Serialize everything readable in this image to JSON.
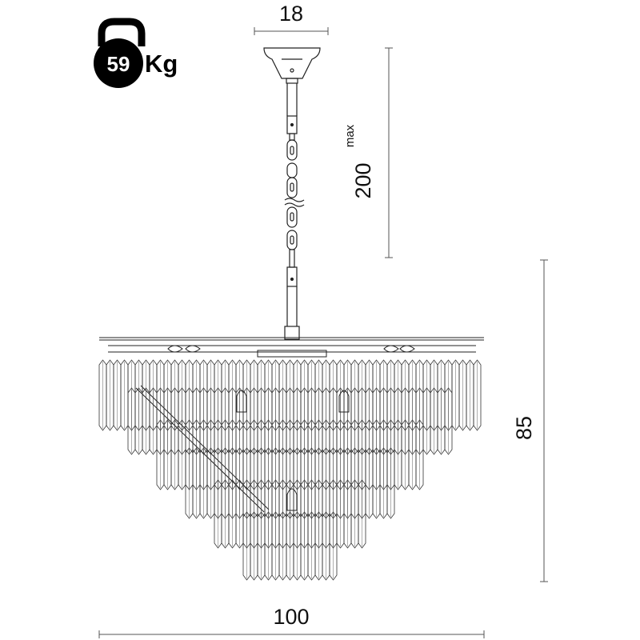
{
  "weight": {
    "value": "59",
    "unit": "Kg",
    "icon": "kettlebell-icon"
  },
  "dimensions": {
    "canopy_width": "18",
    "max_drop": "200",
    "max_drop_suffix": "max",
    "height": "85",
    "width": "100"
  }
}
